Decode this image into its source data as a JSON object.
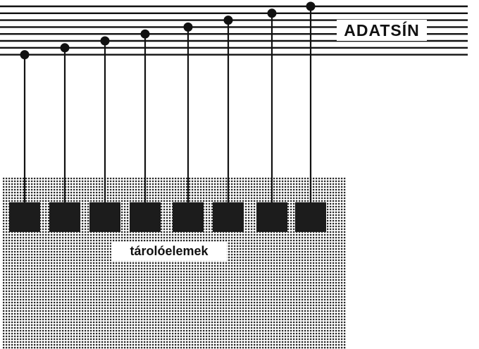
{
  "diagram": {
    "bus_label": "ADATSÍN",
    "memory_label": "tárolóelemek",
    "bus_line_count": 8,
    "storage_element_count": 8,
    "colors": {
      "ink": "#111111",
      "cell": "#1c1c1c",
      "dot_pattern": "#2a2a2a",
      "background": "#ffffff"
    }
  }
}
